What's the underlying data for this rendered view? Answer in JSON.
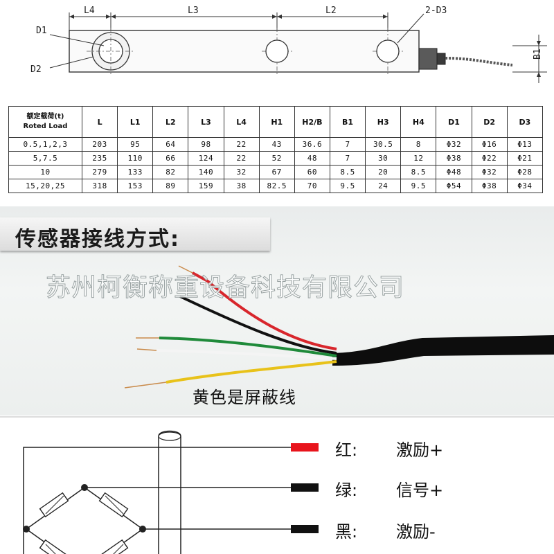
{
  "drawing": {
    "labels": {
      "l4": "L4",
      "l3": "L3",
      "l2": "L2",
      "d3": "2-D3",
      "d1": "D1",
      "d2": "D2",
      "b1": "B1"
    }
  },
  "spec_table": {
    "header": {
      "load_cn": "额定载荷(t)",
      "load_en": "Roted Load",
      "columns": [
        "L",
        "L1",
        "L2",
        "L3",
        "L4",
        "H1",
        "H2/B",
        "B1",
        "H3",
        "H4",
        "D1",
        "D2",
        "D3"
      ]
    },
    "rows": [
      [
        "0.5,1,2,3",
        "203",
        "95",
        "64",
        "98",
        "22",
        "43",
        "36.6",
        "7",
        "30.5",
        "8",
        "Φ32",
        "Φ16",
        "Φ13"
      ],
      [
        "5,7.5",
        "235",
        "110",
        "66",
        "124",
        "22",
        "52",
        "48",
        "7",
        "30",
        "12",
        "Φ38",
        "Φ22",
        "Φ21"
      ],
      [
        "10",
        "279",
        "133",
        "82",
        "140",
        "32",
        "67",
        "60",
        "8.5",
        "20",
        "8.5",
        "Φ48",
        "Φ32",
        "Φ28"
      ],
      [
        "15,20,25",
        "318",
        "153",
        "89",
        "159",
        "38",
        "82.5",
        "70",
        "9.5",
        "24",
        "9.5",
        "Φ54",
        "Φ38",
        "Φ34"
      ]
    ]
  },
  "photo": {
    "header": "传感器接线方式:",
    "watermark": "苏州柯衡称重设备科技有限公司",
    "shield_note": "黄色是屏蔽线",
    "wire_colors": {
      "red": "#d8262c",
      "black": "#111111",
      "green": "#1f8a3a",
      "white": "#f4f4f4",
      "yellow": "#e8c21a",
      "cable": "#0d0d0d"
    }
  },
  "wiring": {
    "entries": [
      {
        "color_label": "红:",
        "function": "激励+",
        "swatch": "#e8141c"
      },
      {
        "color_label": "绿:",
        "function": "信号+",
        "swatch": "#111111"
      },
      {
        "color_label": "黑:",
        "function": "激励-",
        "swatch": "#111111"
      }
    ]
  }
}
